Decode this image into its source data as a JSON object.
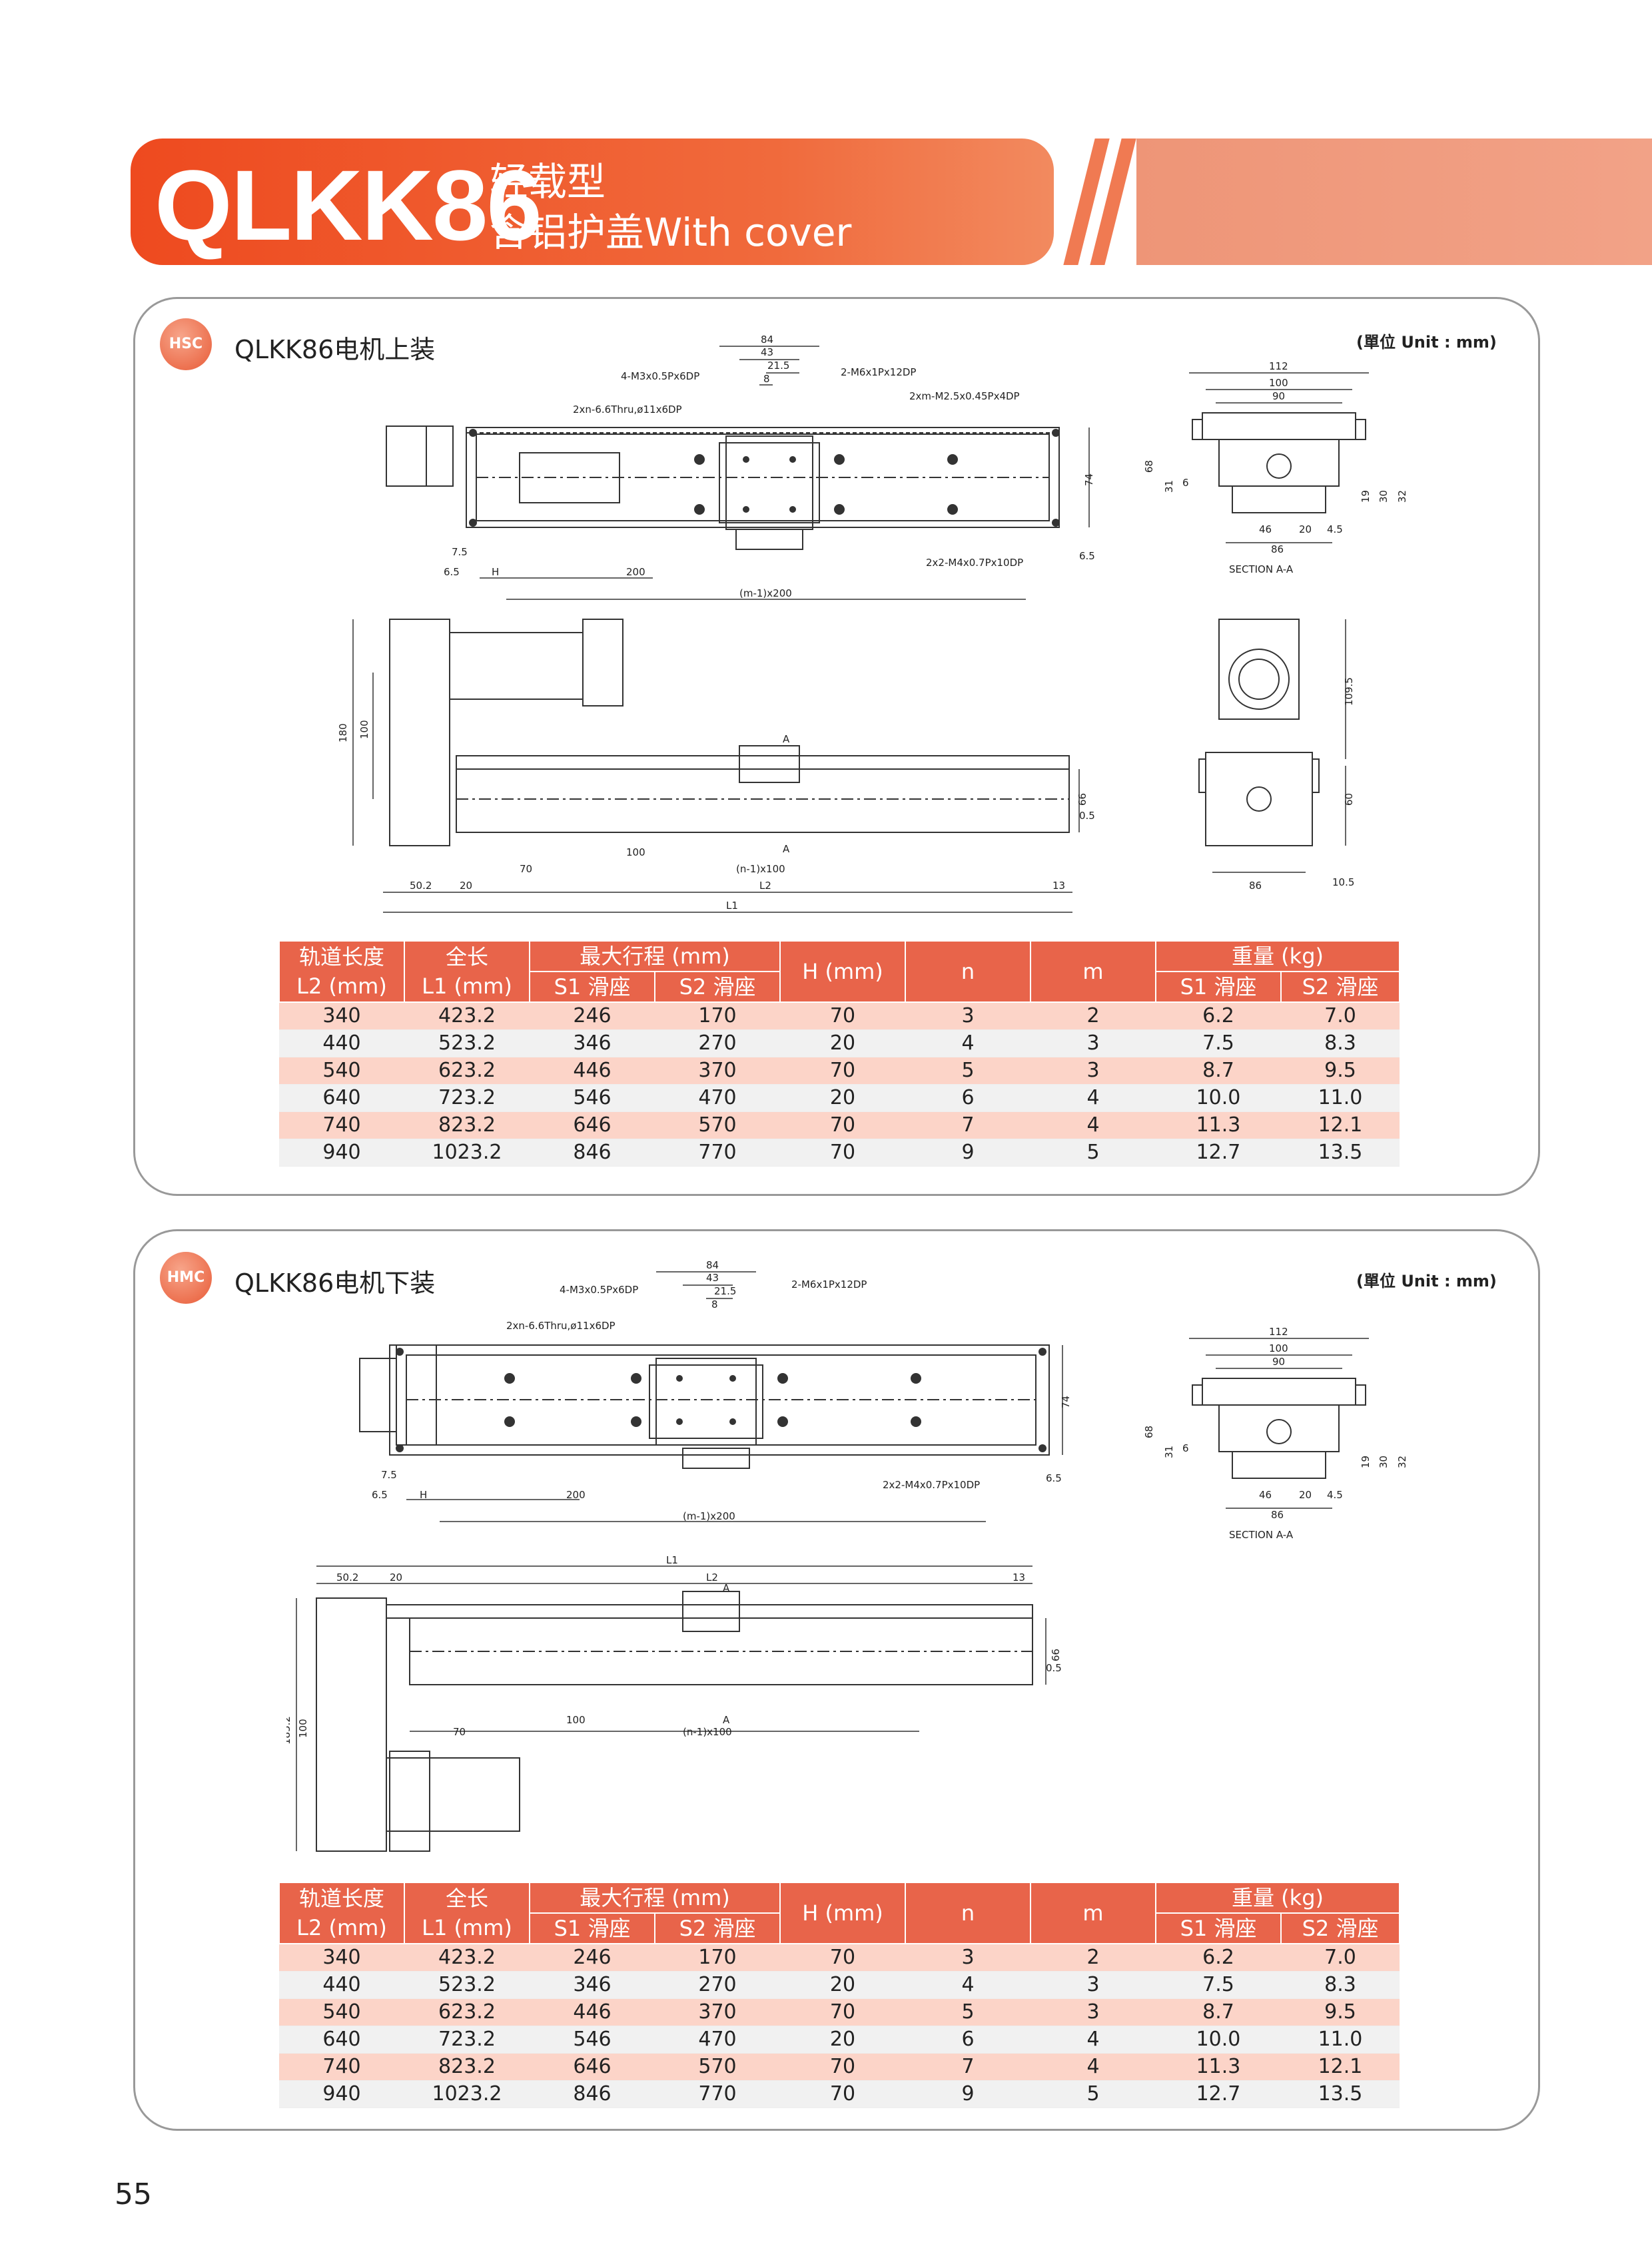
{
  "header": {
    "model": "QLKK86",
    "subtitle_1": "轻载型",
    "subtitle_2": "含铝护盖With cover"
  },
  "sections": [
    {
      "badge": "HSC",
      "title": "QLKK86电机上装",
      "unit": "(單位 Unit : mm)",
      "top_view": {
        "dims": [
          "84",
          "43",
          "21.5",
          "8",
          "4-M3x0.5Px6DP",
          "2-M6x1Px12DP",
          "2xm-M2.5x0.45Px4DP",
          "2xn-6.6Thru,ø11x6DP",
          "74",
          "7.5",
          "6.5",
          "H",
          "200",
          "(m-1)x200",
          "6.5",
          "2x2-M4x0.7Px10DP"
        ]
      },
      "section_view": {
        "dims": [
          "112",
          "100",
          "90",
          "68",
          "31",
          "6",
          "19",
          "30",
          "32",
          "46",
          "20",
          "4.5",
          "86"
        ],
        "caption": "SECTION A-A"
      },
      "side_view": {
        "dims": [
          "180",
          "100",
          "A",
          "A",
          "66",
          "0.5",
          "100",
          "70",
          "(n-1)x100",
          "50.2",
          "20",
          "L2",
          "13",
          "L1"
        ]
      },
      "end_view": {
        "dims": [
          "109.5",
          "60",
          "86",
          "10.5"
        ]
      }
    },
    {
      "badge": "HMC",
      "title": "QLKK86电机下装",
      "unit": "(單位 Unit : mm)",
      "top_view": {
        "dims": [
          "84",
          "43",
          "21.5",
          "8",
          "4-M3x0.5Px6DP",
          "2-M6x1Px12DP",
          "2xn-6.6Thru,ø11x6DP",
          "74",
          "7.5",
          "6.5",
          "H",
          "200",
          "(m-1)x200",
          "6.5",
          "2x2-M4x0.7Px10DP"
        ]
      },
      "section_view": {
        "dims": [
          "112",
          "100",
          "90",
          "68",
          "31",
          "6",
          "19",
          "30",
          "32",
          "46",
          "20",
          "4.5",
          "86"
        ],
        "caption": "SECTION A-A"
      },
      "side_view": {
        "dims": [
          "L1",
          "50.2",
          "20",
          "L2",
          "13",
          "A",
          "66",
          "0.5",
          "185.2",
          "100",
          "100",
          "A",
          "70",
          "(n-1)x100"
        ]
      }
    }
  ],
  "table": {
    "head_top": [
      "轨道长度",
      "全长",
      "最大行程 (mm)",
      "H (mm)",
      "n",
      "m",
      "重量 (kg)"
    ],
    "head_top2": [
      "L2 (mm)",
      "L1 (mm)"
    ],
    "head_sub": [
      "S1 滑座",
      "S2 滑座",
      "S1 滑座",
      "S2 滑座"
    ],
    "rows": [
      [
        "340",
        "423.2",
        "246",
        "170",
        "70",
        "3",
        "2",
        "6.2",
        "7.0"
      ],
      [
        "440",
        "523.2",
        "346",
        "270",
        "20",
        "4",
        "3",
        "7.5",
        "8.3"
      ],
      [
        "540",
        "623.2",
        "446",
        "370",
        "70",
        "5",
        "3",
        "8.7",
        "9.5"
      ],
      [
        "640",
        "723.2",
        "546",
        "470",
        "20",
        "6",
        "4",
        "10.0",
        "11.0"
      ],
      [
        "740",
        "823.2",
        "646",
        "570",
        "70",
        "7",
        "4",
        "11.3",
        "12.1"
      ],
      [
        "940",
        "1023.2",
        "846",
        "770",
        "70",
        "9",
        "5",
        "12.7",
        "13.5"
      ]
    ]
  },
  "page_number": "55"
}
